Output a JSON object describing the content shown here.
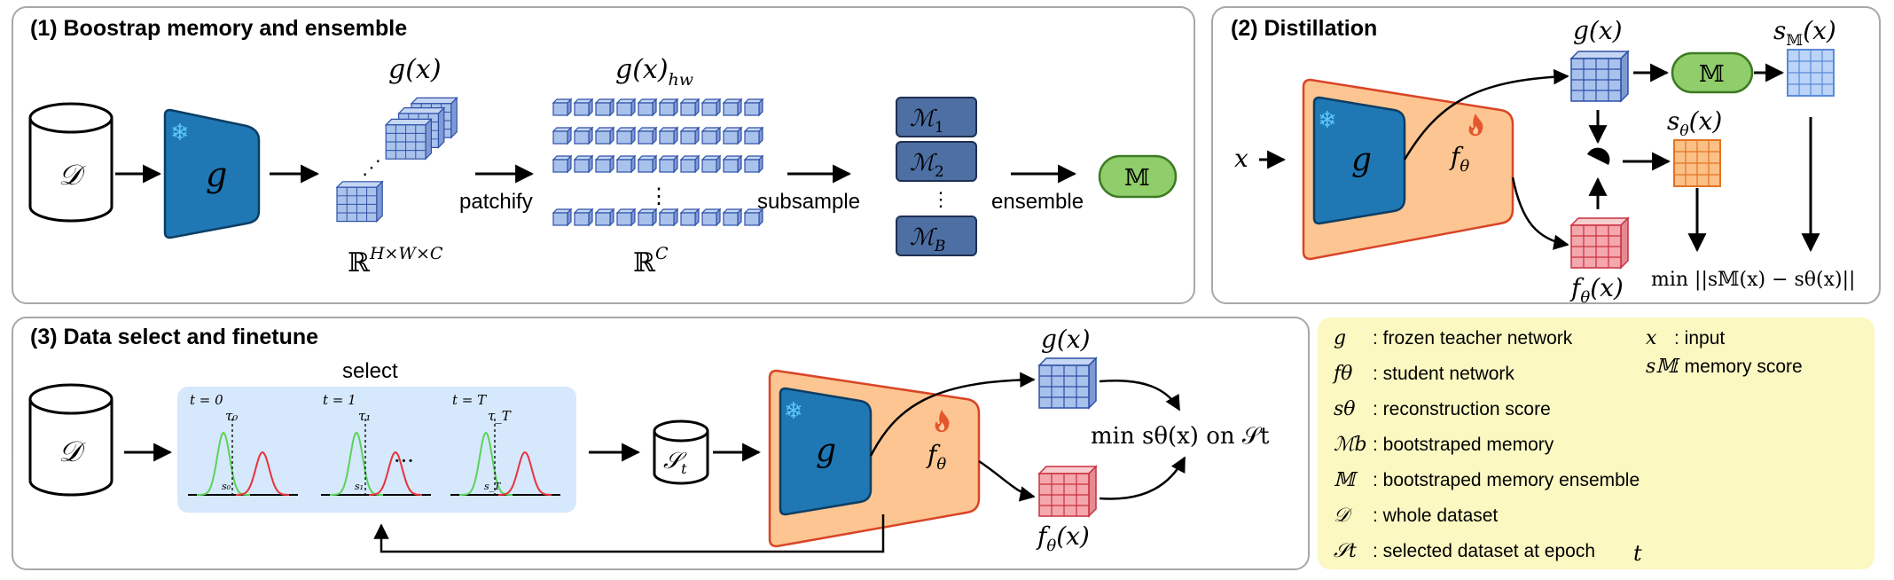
{
  "panels": {
    "p1_title": "(1) Boostrap memory and ensemble",
    "p2_title": "(2) Distillation",
    "p3_title": "(3) Data select and finetune"
  },
  "p1": {
    "dataset": "𝒟",
    "encoder": "g",
    "gx": "g(x)",
    "gxhw_main": "g(x)",
    "gxhw_sub": "hw",
    "shape": "ℝ",
    "shape_sup": "H×W×C",
    "patchify": "patchify",
    "rc": "ℝ",
    "rc_sup": "C",
    "subsample": "subsample",
    "mem1": "ℳ",
    "mem1_sub": "1",
    "mem2": "ℳ",
    "mem2_sub": "2",
    "memB": "ℳ",
    "memB_sub": "B",
    "ensemble": "ensemble",
    "M": "𝕄",
    "vdots": "⋮"
  },
  "p2": {
    "x": "x",
    "g": "g",
    "f": "f",
    "f_sub": "θ",
    "gx": "g(x)",
    "M": "𝕄",
    "sM_main": "s",
    "sM_sub": "𝕄",
    "sM_arg": "(x)",
    "stheta_main": "s",
    "stheta_sub": "θ",
    "stheta_arg": "(x)",
    "ftheta_main": "f",
    "ftheta_sub": "θ",
    "ftheta_arg": "(x)",
    "loss": "min ||s𝕄(x) − sθ(x)||"
  },
  "p3": {
    "select": "select",
    "dataset": "𝒟",
    "t0": "t = 0",
    "t1": "t = 1",
    "tT": "t = T",
    "tau0": "τ₀",
    "tau1": "τ₁",
    "tauT": "τ_T",
    "s0": "s₀",
    "s1": "s₁",
    "sT": "s_T",
    "dots": "···",
    "St": "𝒮",
    "St_sub": "t",
    "g": "g",
    "f": "f",
    "f_sub": "θ",
    "gx": "g(x)",
    "fx_main": "f",
    "fx_sub": "θ",
    "fx_arg": "(x)",
    "objective": "min sθ(x) on 𝒮t"
  },
  "legend": {
    "items": [
      {
        "sym": "g",
        "text": ": frozen teacher network"
      },
      {
        "sym": "fθ",
        "text": ": student network"
      },
      {
        "sym": "sθ",
        "text": ": reconstruction score"
      },
      {
        "sym": "ℳb",
        "text": ": bootstraped memory"
      },
      {
        "sym": "𝕄",
        "text": ": bootstraped memory ensemble"
      },
      {
        "sym": "𝒟",
        "text": ": whole dataset"
      },
      {
        "sym": "𝒮t",
        "text": ": selected dataset at epoch"
      }
    ],
    "epoch_t": "t",
    "right_items": [
      {
        "sym": "x",
        "text": ": input"
      },
      {
        "sym": "s𝕄",
        "text": ": memory score"
      }
    ]
  },
  "colors": {
    "encoder_blue": "#1f78b4",
    "student_orange": "#fcc591",
    "student_border": "#d94527",
    "grid_blue": "#a8c2ec",
    "grid_red": "#f4a7ac",
    "grid_orange": "#fbc086",
    "memory_green": "#8fce6a",
    "memory_box": "#4d6fa3",
    "select_bg": "#d6e8fb",
    "legend_bg": "#fbf8c2"
  }
}
